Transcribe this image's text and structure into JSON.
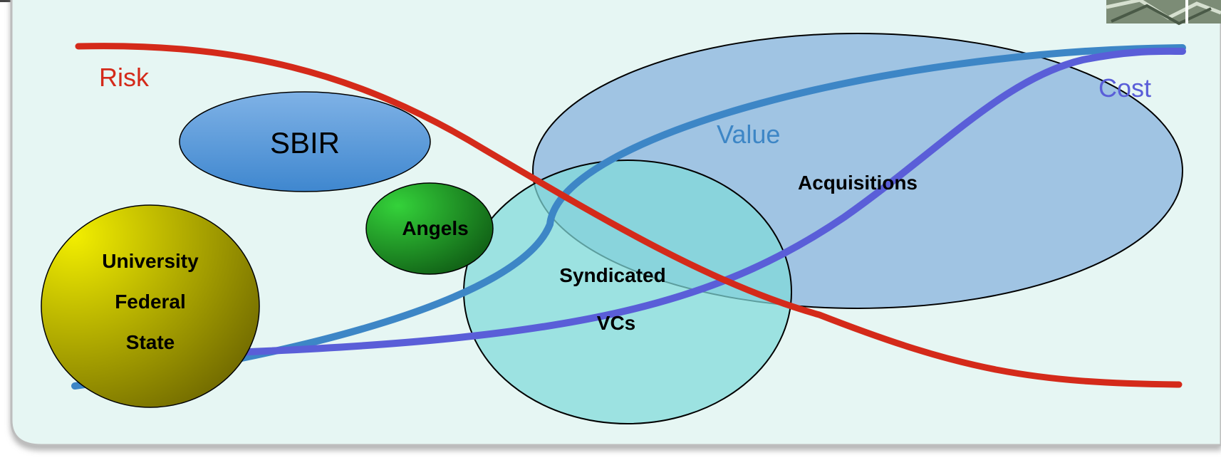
{
  "curves": {
    "risk": {
      "label": "Risk",
      "color": "#d42a1a"
    },
    "value": {
      "label": "Value",
      "color": "#3d86c6"
    },
    "cost": {
      "label": "Cost",
      "color": "#5a5ed8"
    }
  },
  "funding_sources": {
    "sbir": {
      "label": "SBIR"
    },
    "angels": {
      "label": "Angels"
    },
    "university": {
      "lines": [
        "University",
        "Federal",
        "State"
      ]
    },
    "syndicated": {
      "lines": [
        "Syndicated",
        "VCs"
      ]
    },
    "acquisitions": {
      "label": "Acquisitions"
    }
  },
  "colors": {
    "panel_background": "#e6f6f3",
    "sbir_fill": "#5b9bd5",
    "angels_fill": "#1e8f2a",
    "university_fill": "#b5ad00",
    "syndicated_fill": "#7fdada",
    "acquisitions_fill": "#8fb8df"
  }
}
